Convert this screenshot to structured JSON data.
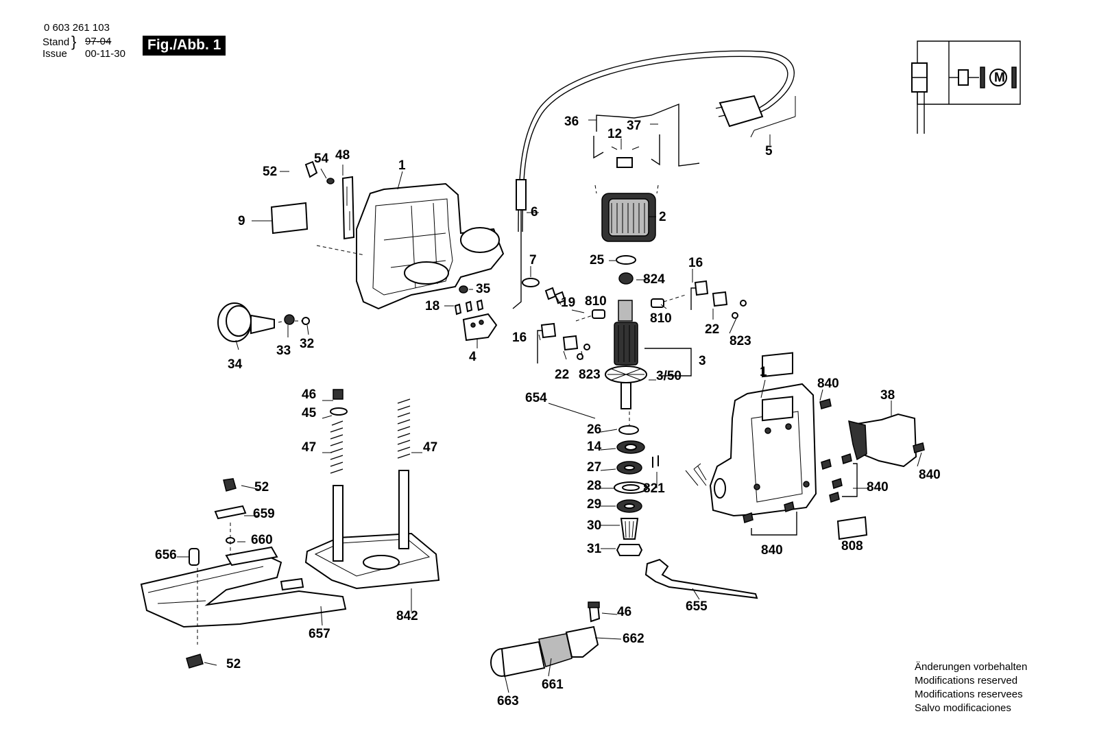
{
  "header": {
    "doc_number": "0 603 261 103",
    "stand_label": "Stand",
    "issue_label": "Issue",
    "stand_value": "97-04",
    "issue_value": "00-11-30",
    "figure_label": "Fig./Abb. 1"
  },
  "parts": {
    "p36": "36",
    "p37": "37",
    "p12": "12",
    "p5": "5",
    "p52a": "52",
    "p54": "54",
    "p48": "48",
    "p1a": "1",
    "p9": "9",
    "p6": "6",
    "p2": "2",
    "p25": "25",
    "p824": "824",
    "p16a": "16",
    "p7": "7",
    "p35": "35",
    "p19": "19",
    "p18": "18",
    "p810a": "810",
    "p810b": "810",
    "p22a": "22",
    "p823a": "823",
    "p34": "34",
    "p33": "33",
    "p32": "32",
    "p4": "4",
    "p16b": "16",
    "p22b": "22",
    "p823b": "823",
    "p3": "3",
    "p350": "3/50",
    "p1b": "1",
    "p840a": "840",
    "p38": "38",
    "p46a": "46",
    "p45": "45",
    "p47a": "47",
    "p47b": "47",
    "p654": "654",
    "p26": "26",
    "p14": "14",
    "p27": "27",
    "p28": "28",
    "p821": "821",
    "p29": "29",
    "p30": "30",
    "p31": "31",
    "p52b": "52",
    "p659": "659",
    "p660": "660",
    "p656": "656",
    "p840b": "840",
    "p840c": "840",
    "p840d": "840",
    "p808": "808",
    "p842": "842",
    "p657": "657",
    "p655": "655",
    "p52c": "52",
    "p46b": "46",
    "p662": "662",
    "p661": "661",
    "p663": "663"
  },
  "notes": [
    "Änderungen vorbehalten",
    "Modifications reserved",
    "Modifications reservees",
    "Salvo modificaciones"
  ],
  "schematic": {
    "motor_symbol": "M"
  }
}
